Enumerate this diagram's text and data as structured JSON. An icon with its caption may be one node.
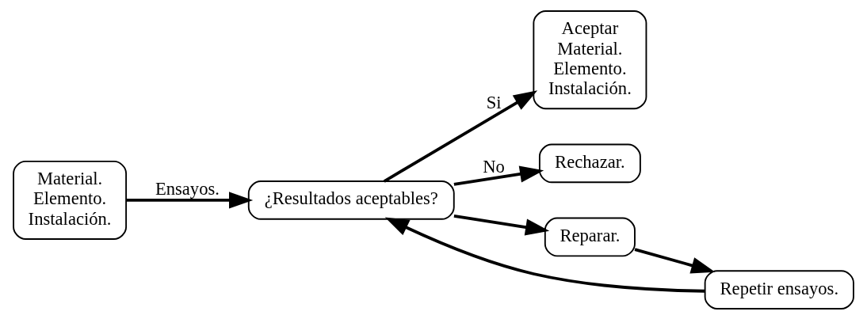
{
  "diagram": {
    "nodes": [
      {
        "text": [
          "Material. Elemento. Instalación."
        ]
      },
      {
        "text": [
          "¿Resultados aceptables?"
        ]
      },
      {
        "text": [
          "Aceptar",
          "Material. Elemento. Instalación."
        ]
      },
      {
        "text": [
          "Rechazar."
        ]
      },
      {
        "text": [
          "Reparar."
        ]
      },
      {
        "text": [
          "Repetir ensayos."
        ]
      }
    ],
    "edges": [
      {
        "from": 0,
        "to": 1,
        "arrow": "to",
        "label": "Ensayos."
      },
      {
        "from": 1,
        "to": 2,
        "arrow": "to",
        "label": "Si"
      },
      {
        "from": 1,
        "to": 3,
        "arrow": "to",
        "label": "No"
      },
      {
        "from": 1,
        "to": 4,
        "arrow": "to"
      },
      {
        "from": 4,
        "to": 5,
        "arrow": "to"
      },
      {
        "from": 5,
        "to": 1,
        "arrow": "to"
      }
    ]
  }
}
